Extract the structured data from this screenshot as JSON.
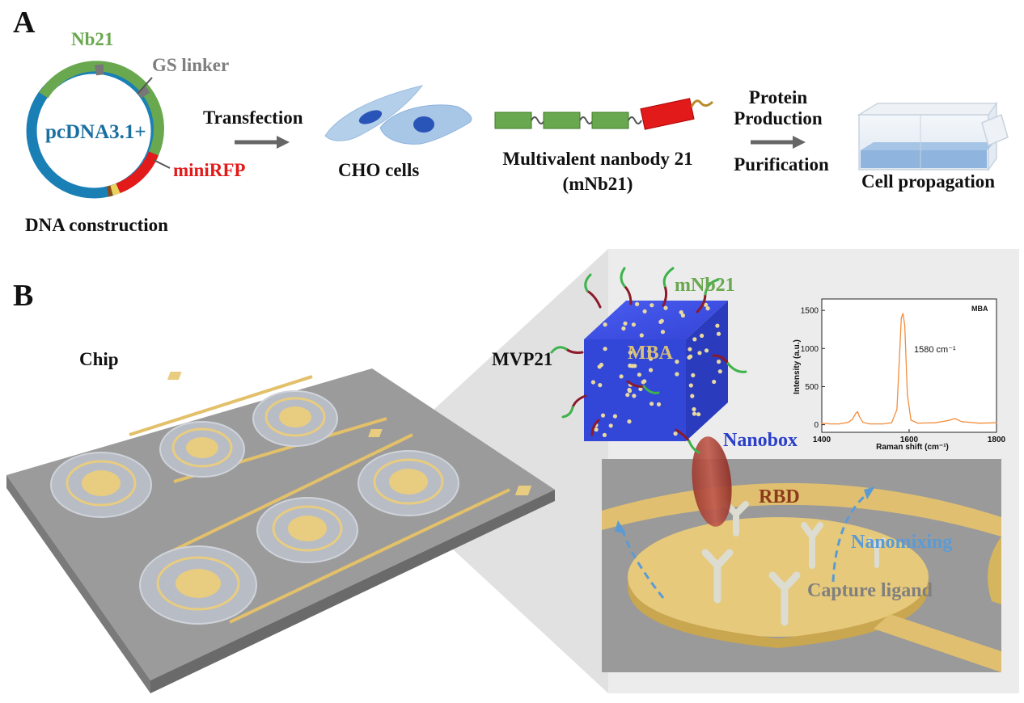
{
  "panel_a": {
    "letter": "A",
    "plasmid": {
      "nb21": "Nb21",
      "gs_linker": "GS linker",
      "vector": "pcDNA3.1+",
      "mini_rfp": "miniRFP"
    },
    "dna_construction": "DNA construction",
    "transfection": "Transfection",
    "cho_cells": "CHO cells",
    "mnb_line1": "Multivalent nanbody 21",
    "mnb_line2": "(mNb21)",
    "protein": "Protein",
    "production": "Production",
    "purification": "Purification",
    "cell_propagation": "Cell propagation"
  },
  "panel_b": {
    "letter": "B",
    "chip": "Chip",
    "mvp21": "MVP21",
    "mnb21": "mNb21",
    "mba": "MBA",
    "nanobox": "Nanobox",
    "rbd": "RBD",
    "nanomixing": "Nanomixing",
    "capture_ligand": "Capture ligand"
  },
  "colors": {
    "green": "#6aa84f",
    "blue_text": "#1a6fa0",
    "red": "#e21a1a",
    "gray_text": "#7f7f7f",
    "rbd_brown": "#8b3a1a",
    "nanobox_blue": "#2a3fc9",
    "nanomix_blue": "#5b9bd5",
    "cube_blue": "#3246d8",
    "gold": "#e8cc80",
    "raman_orange": "#f28e3c"
  },
  "chart_data": {
    "type": "line",
    "title": "MBA",
    "xlabel": "Raman shift (cm⁻¹)",
    "ylabel": "Intensity (a.u.)",
    "xlim": [
      1400,
      1800
    ],
    "ylim": [
      -100,
      1650
    ],
    "xticks": [
      "1400",
      "1600",
      "1800"
    ],
    "yticks": [
      "0",
      "500",
      "1000",
      "1500"
    ],
    "annotation": "1580 cm⁻¹",
    "x": [
      1400,
      1420,
      1440,
      1460,
      1470,
      1478,
      1482,
      1486,
      1494,
      1510,
      1540,
      1560,
      1572,
      1578,
      1582,
      1586,
      1590,
      1596,
      1604,
      1620,
      1660,
      1690,
      1705,
      1720,
      1760,
      1800
    ],
    "y": [
      20,
      10,
      10,
      30,
      70,
      150,
      170,
      110,
      30,
      10,
      10,
      25,
      200,
      900,
      1400,
      1460,
      1300,
      400,
      60,
      20,
      25,
      55,
      80,
      40,
      20,
      25
    ]
  }
}
